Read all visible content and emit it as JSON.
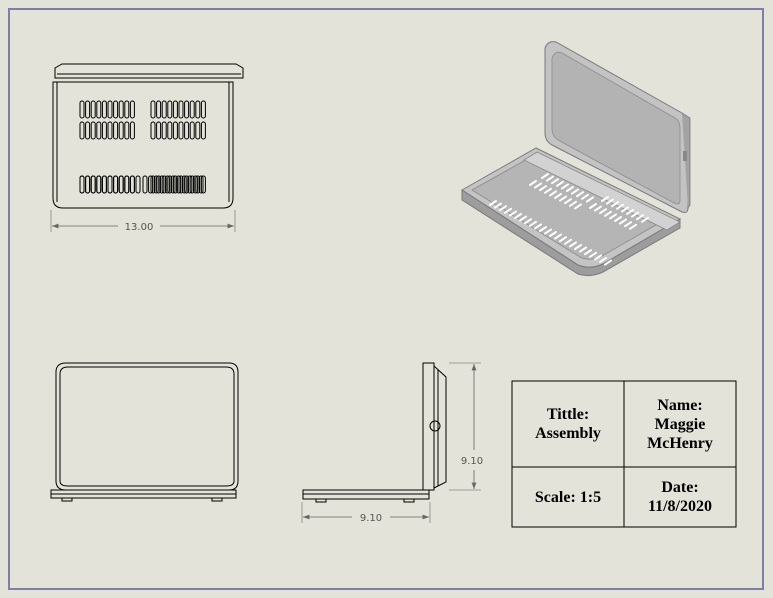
{
  "drawing": {
    "views": {
      "top": {
        "dimension": "13.00"
      },
      "isometric": {},
      "front": {},
      "side": {
        "dimension_width": "9.10",
        "dimension_height": "9.10"
      }
    }
  },
  "title_block": {
    "title_label": "Tittle:",
    "title_value": "Assembly",
    "name_label": "Name:",
    "name_first": "Maggie",
    "name_last": "McHenry",
    "scale_label": "Scale:",
    "scale_value": "1:5",
    "date_label": "Date:",
    "date_value": "11/8/2020"
  },
  "colors": {
    "paper": "#e3e3da",
    "border": "#7e7ea6",
    "line": "#000000",
    "shaded_model": "#b9b9b9"
  }
}
